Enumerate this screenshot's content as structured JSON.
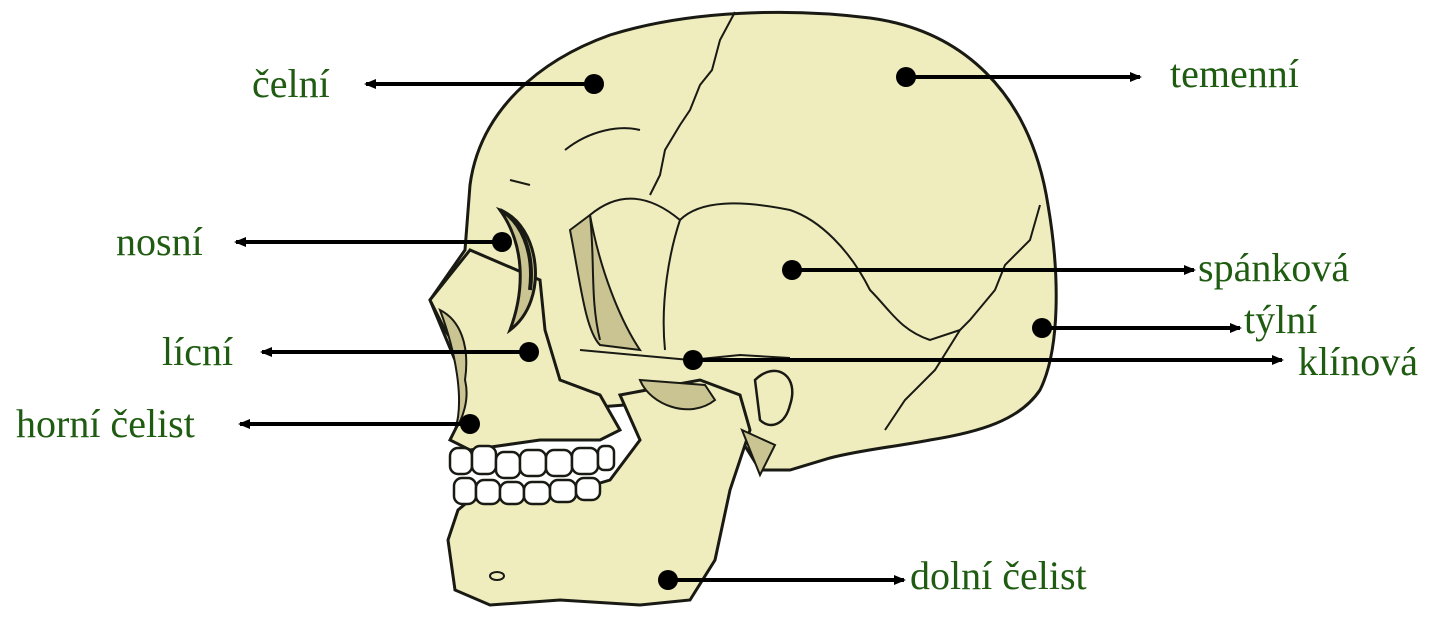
{
  "colors": {
    "bone": "#efedbe",
    "bone_shade": "#c9c492",
    "outline": "#1a1a14",
    "label": "#1f5c12",
    "arrow": "#000000"
  },
  "labels": {
    "frontal": "čelní",
    "parietal": "temenní",
    "nasal": "nosní",
    "temporal": "spánková",
    "occipital": "týlní",
    "zygomatic": "lícní",
    "sphenoid": "klínová",
    "maxilla": "horní čelist",
    "mandible": "dolní čelist"
  }
}
